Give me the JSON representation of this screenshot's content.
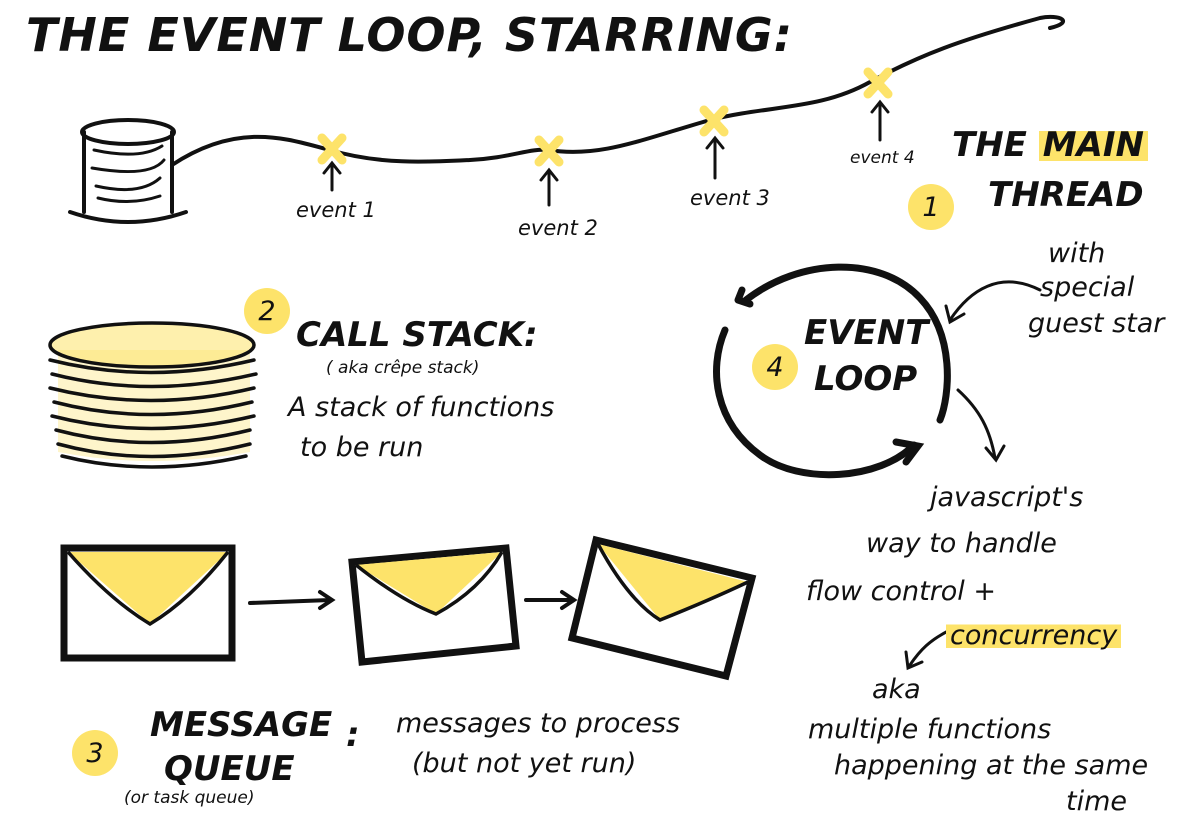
{
  "title": "THE EVENT LOOP, STARRING:",
  "colors": {
    "accent": "#fde36a",
    "ink": "#111111"
  },
  "thread": {
    "events": [
      "event 1",
      "event 2",
      "event 3",
      "event 4"
    ],
    "label_the": "THE",
    "label_main": "MAIN",
    "label_thread": "THREAD",
    "number": "1"
  },
  "call_stack": {
    "number": "2",
    "heading": "CALL STACK:",
    "aka": "( aka crêpe stack)",
    "desc_line1": "A stack of functions",
    "desc_line2": "to be run"
  },
  "event_loop": {
    "number": "4",
    "line1": "EVENT",
    "line2": "LOOP",
    "guest_line1": "with",
    "guest_line2": "special",
    "guest_line3": "guest star",
    "desc_line1": "javascript's",
    "desc_line2": "way to handle",
    "desc_line3": "flow control +",
    "desc_line4": "concurrency",
    "aka": "aka",
    "aka_line1": "multiple functions",
    "aka_line2": "happening at the same",
    "aka_line3": "time"
  },
  "message_queue": {
    "number": "3",
    "line1": "MESSAGE",
    "line2": "QUEUE",
    "aka": "(or task queue)",
    "colon": ":",
    "desc_line1": "messages to process",
    "desc_line2": "(but not yet run)"
  }
}
